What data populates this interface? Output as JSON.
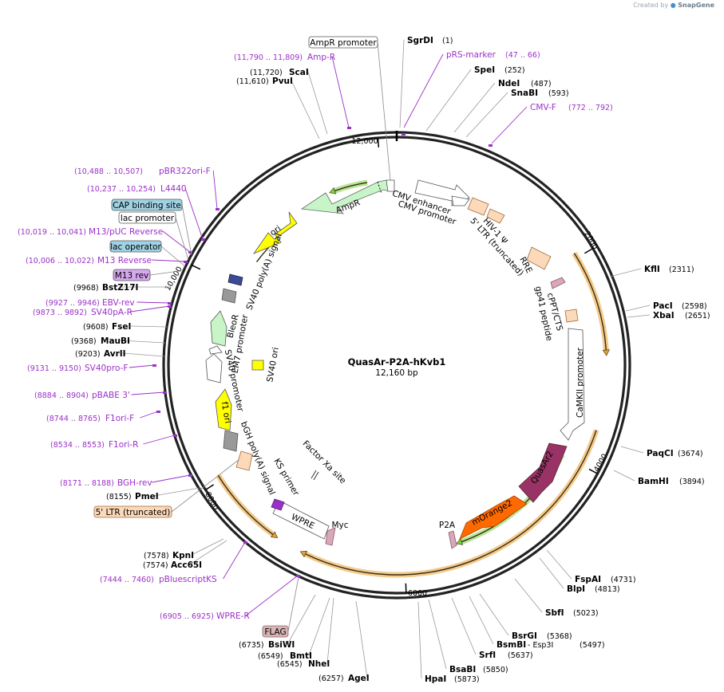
{
  "credit": {
    "prefix": "Created by",
    "brand": "SnapGene"
  },
  "plasmid": {
    "name": "QuasAr-P2A-hKvb1",
    "size": "12,160 bp"
  },
  "ticks": [
    "12,000",
    "2000",
    "4000",
    "6000",
    "8000",
    "10,000"
  ],
  "sites_right": [
    {
      "name": "SgrDI",
      "pos": "(1)"
    },
    {
      "name": "SpeI",
      "pos": "(252)"
    },
    {
      "name": "NdeI",
      "pos": "(487)"
    },
    {
      "name": "SnaBI",
      "pos": "(593)"
    },
    {
      "name": "KflI",
      "pos": "(2311)"
    },
    {
      "name": "PacI",
      "pos": "(2598)"
    },
    {
      "name": "XbaI",
      "pos": "(2651)"
    },
    {
      "name": "PaqCI",
      "pos": "(3674)"
    },
    {
      "name": "BamHI",
      "pos": "(3894)"
    },
    {
      "name": "FspAI",
      "pos": "(4731)"
    },
    {
      "name": "BlpI",
      "pos": "(4813)"
    },
    {
      "name": "SbfI",
      "pos": "(5023)"
    },
    {
      "name": "BsrGI",
      "pos": "(5368)"
    },
    {
      "name": "BsmBI",
      "pos": "- Esp3I"
    },
    {
      "name": "SrfI",
      "pos": "(5637)"
    },
    {
      "name": "BsaBI",
      "pos": "(5850)"
    },
    {
      "name": "HpaI",
      "pos": "(5873)"
    }
  ],
  "esp3i_pos": "(5497)",
  "sites_left": [
    {
      "name": "ScaI",
      "pos": "(11,720)"
    },
    {
      "name": "PvuI",
      "pos": "(11,610)"
    },
    {
      "name": "BstZ17I",
      "pos": "(9968)"
    },
    {
      "name": "FseI",
      "pos": "(9608)"
    },
    {
      "name": "MauBI",
      "pos": "(9368)"
    },
    {
      "name": "AvrII",
      "pos": "(9203)"
    },
    {
      "name": "PmeI",
      "pos": "(8155)"
    },
    {
      "name": "KpnI",
      "pos": "(7578)"
    },
    {
      "name": "Acc65I",
      "pos": "(7574)"
    },
    {
      "name": "BsiWI",
      "pos": "(6735)"
    },
    {
      "name": "BmtI",
      "pos": "(6549)"
    },
    {
      "name": "NheI",
      "pos": "(6545)"
    },
    {
      "name": "AgeI",
      "pos": "(6257)"
    }
  ],
  "primers_right": [
    {
      "name": "pRS-marker",
      "pos": "(47 .. 66)"
    },
    {
      "name": "CMV-F",
      "pos": "(772 .. 792)"
    }
  ],
  "primers_left": [
    {
      "name": "Amp-R",
      "pos": "(11,790 .. 11,809)"
    },
    {
      "name": "pBR322ori-F",
      "pos": "(10,488 .. 10,507)"
    },
    {
      "name": "L4440",
      "pos": "(10,237 .. 10,254)"
    },
    {
      "name": "M13/pUC Reverse",
      "pos": "(10,019 .. 10,041)"
    },
    {
      "name": "M13 Reverse",
      "pos": "(10,006 .. 10,022)"
    },
    {
      "name": "EBV-rev",
      "pos": "(9927 .. 9946)"
    },
    {
      "name": "SV40pA-R",
      "pos": "(9873 .. 9892)"
    },
    {
      "name": "SV40pro-F",
      "pos": "(9131 .. 9150)"
    },
    {
      "name": "pBABE 3'",
      "pos": "(8884 .. 8904)"
    },
    {
      "name": "F1ori-F",
      "pos": "(8744 .. 8765)"
    },
    {
      "name": "F1ori-R",
      "pos": "(8534 .. 8553)"
    },
    {
      "name": "BGH-rev",
      "pos": "(8171 .. 8188)"
    },
    {
      "name": "pBluescriptKS",
      "pos": "(7444 .. 7460)"
    },
    {
      "name": "WPRE-R",
      "pos": "(6905 .. 6925)"
    }
  ],
  "boxed_labels": [
    {
      "text": "AmpR promoter",
      "fill": "#ffffff",
      "stroke": "#555555"
    },
    {
      "text": "CAP binding site",
      "fill": "#9fd2e3",
      "stroke": "#555555"
    },
    {
      "text": "lac promoter",
      "fill": "#ffffff",
      "stroke": "#555555"
    },
    {
      "text": "lac operator",
      "fill": "#9fd2e3",
      "stroke": "#555555"
    },
    {
      "text": "M13 rev",
      "fill": "#d7a8f0",
      "stroke": "#555555"
    },
    {
      "text": "5' LTR (truncated)",
      "fill": "#fbd9b9",
      "stroke": "#a06a3c"
    },
    {
      "text": "FLAG",
      "fill": "#d8b4b4",
      "stroke": "#8a6a6a"
    }
  ],
  "features": {
    "ampr": "AmpR",
    "ori": "ori",
    "cmv_enhancer": "CMV enhancer",
    "cmv_promoter": "CMV promoter",
    "hiv_psi": "HIV-1 Ψ",
    "ltr5": "5' LTR (truncated)",
    "rre": "RRE",
    "cppt": "cPPT/CTS",
    "gp41": "gp41 peptide",
    "camkii": "CaMKII promoter",
    "quasar": "QuasAr2",
    "morange": "mOrange2",
    "p2a": "P2A",
    "myc": "Myc",
    "wpre": "WPRE",
    "ks_primer": "KS primer",
    "factor_xa": "Factor Xa site",
    "bgh": "bGH poly(A) signal",
    "f1ori": "f1 ori",
    "sv40_promoter": "SV40 promoter",
    "em7": "EM7 promoter",
    "bleor": "BleoR",
    "sv40_ori": "SV40 ori",
    "sv40_polya": "SV40 poly(A) signal"
  },
  "colors": {
    "backbone": "#222222",
    "primer": "#9b30c8",
    "ampr": "#c8f5c8",
    "ori": "#ffff00",
    "quasar": "#993366",
    "morange": "#ff6a00",
    "orf_halo": "#e8a030",
    "green_halo": "#7fcf3f",
    "ltr": "#fbd9b9"
  }
}
